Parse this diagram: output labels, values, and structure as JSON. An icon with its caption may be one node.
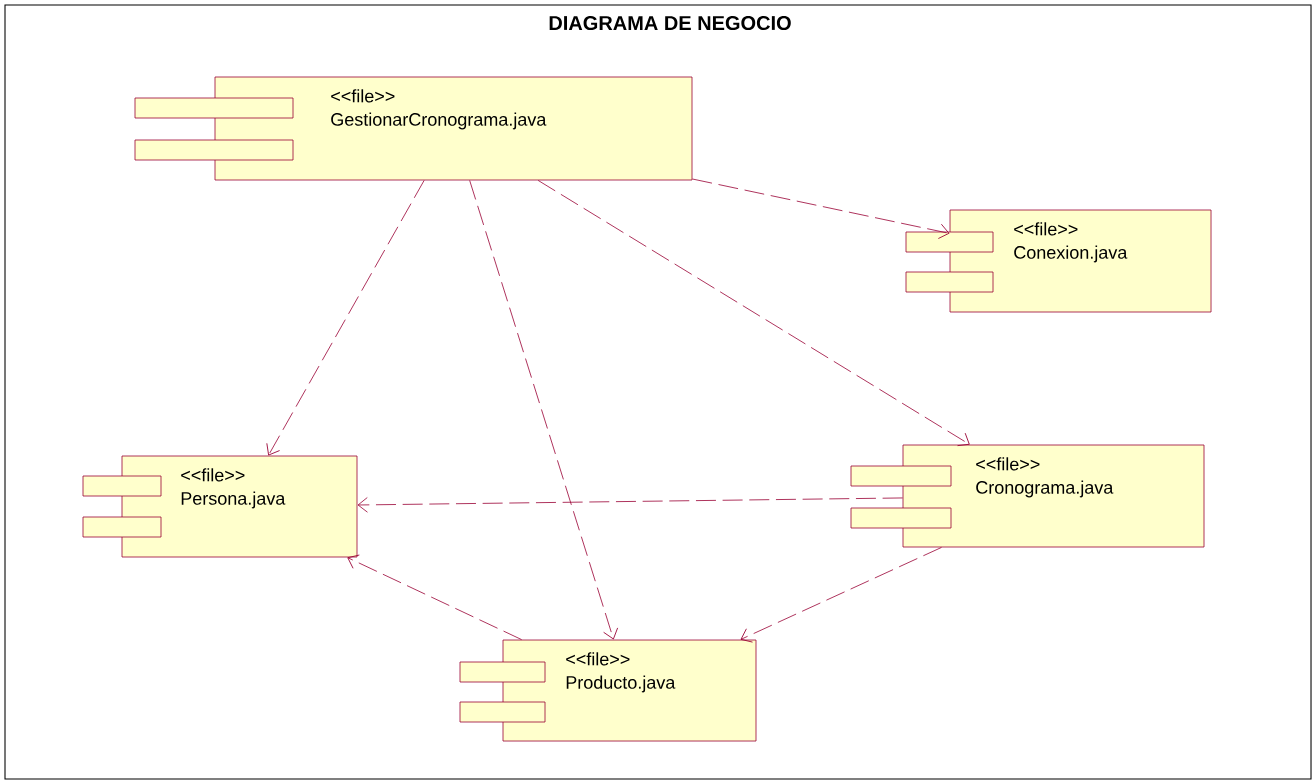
{
  "diagram": {
    "title": "DIAGRAMA DE NEGOCIO",
    "nodes": [
      {
        "text": [
          "<<file>>",
          "GestionarCronograma.java"
        ]
      },
      {
        "text": [
          "<<file>>",
          "Conexion.java"
        ]
      },
      {
        "text": [
          "<<file>>",
          "Persona.java"
        ]
      },
      {
        "text": [
          "<<file>>",
          "Cronograma.java"
        ]
      },
      {
        "text": [
          "<<file>>",
          "Producto.java"
        ]
      }
    ],
    "edges": [
      {
        "from": 0,
        "to": 1,
        "arrow": "to"
      },
      {
        "from": 0,
        "to": 2,
        "arrow": "to"
      },
      {
        "from": 0,
        "to": 4,
        "arrow": "to"
      },
      {
        "from": 0,
        "to": 3,
        "arrow": "to"
      },
      {
        "from": 3,
        "to": 2,
        "arrow": "to"
      },
      {
        "from": 3,
        "to": 4,
        "arrow": "to"
      },
      {
        "from": 4,
        "to": 2,
        "arrow": "to"
      }
    ]
  }
}
